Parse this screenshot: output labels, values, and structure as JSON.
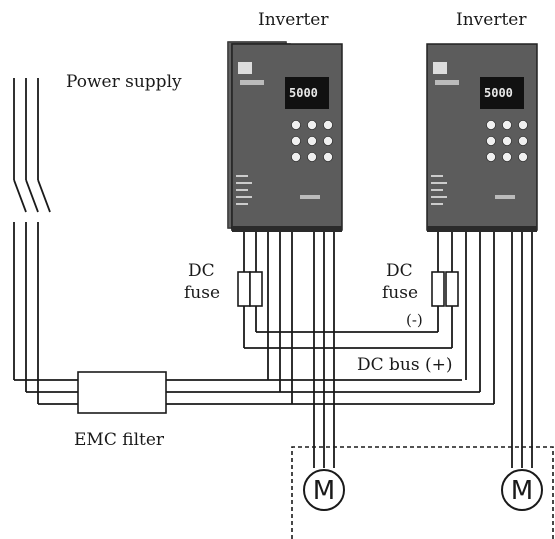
{
  "labels": {
    "inverter_left": "Inverter",
    "inverter_right": "Inverter",
    "power_supply": "Power supply",
    "dc_fuse_left_line1": "DC",
    "dc_fuse_left_line2": "fuse",
    "dc_fuse_right_line1": "DC",
    "dc_fuse_right_line2": "fuse",
    "dc_minus": "(-)",
    "dc_bus_plus": "DC bus (+)",
    "emc_filter": "EMC filter",
    "motor_left": "M",
    "motor_right": "M"
  },
  "displays": {
    "left": "5000",
    "right": "5000"
  }
}
